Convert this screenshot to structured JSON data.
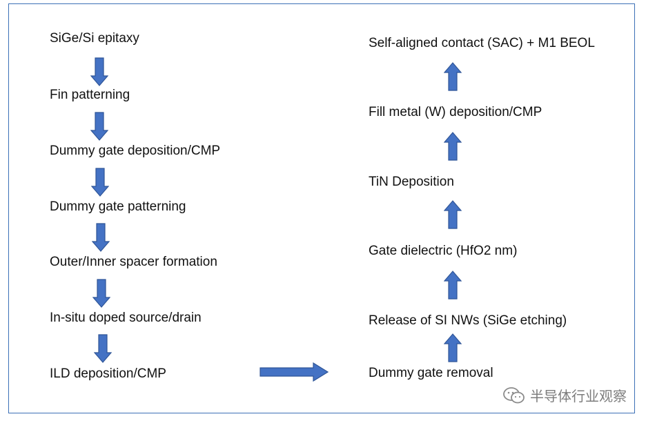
{
  "left_steps": [
    "SiGe/Si epitaxy",
    "Fin patterning",
    "Dummy gate deposition/CMP",
    "Dummy gate patterning",
    "Outer/Inner spacer formation",
    "In-situ doped source/drain",
    "ILD deposition/CMP"
  ],
  "right_steps": [
    "Dummy gate removal",
    "Release of SI NWs (SiGe etching)",
    "Gate dielectric (HfO2 nm)",
    "TiN Deposition",
    "Fill metal (W) deposition/CMP",
    "Self-aligned contact (SAC) + M1 BEOL"
  ],
  "watermark": "半导体行业观察",
  "colors": {
    "arrow": "#4472c4",
    "arrow_stroke": "#2f5597",
    "border": "#3b6fb6"
  },
  "icons": {
    "down": "down-arrow-icon",
    "up": "up-arrow-icon",
    "right": "right-arrow-icon",
    "wechat": "wechat-icon"
  }
}
